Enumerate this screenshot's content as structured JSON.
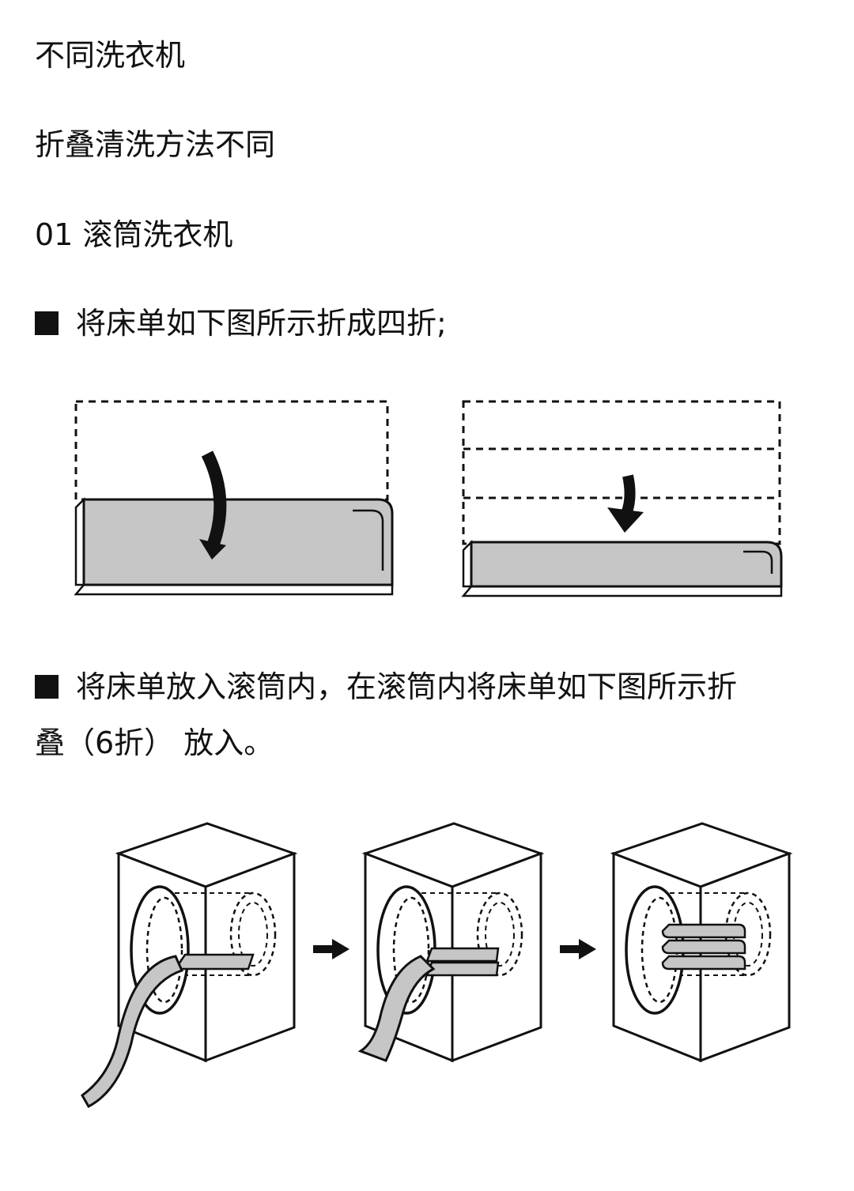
{
  "heading": {
    "title": "不同洗衣机",
    "subtitle": "折叠清洗方法不同",
    "section": "01 滚筒洗衣机"
  },
  "steps": [
    {
      "text": "将床单如下图所示折成四折;"
    },
    {
      "line1": "将床单放入滚筒内，在滚筒内将床单如下图所示折",
      "line2": "叠（6折） 放入。"
    }
  ],
  "illustrations": {
    "fold": [
      "fold-in-half",
      "fold-in-quarters"
    ],
    "washer": [
      "sheet-entering-drum",
      "sheet-half-inside",
      "sheet-folded-inside"
    ]
  },
  "colors": {
    "text": "#111111",
    "sheet_fill": "#c6c6c6",
    "line": "#111111"
  }
}
